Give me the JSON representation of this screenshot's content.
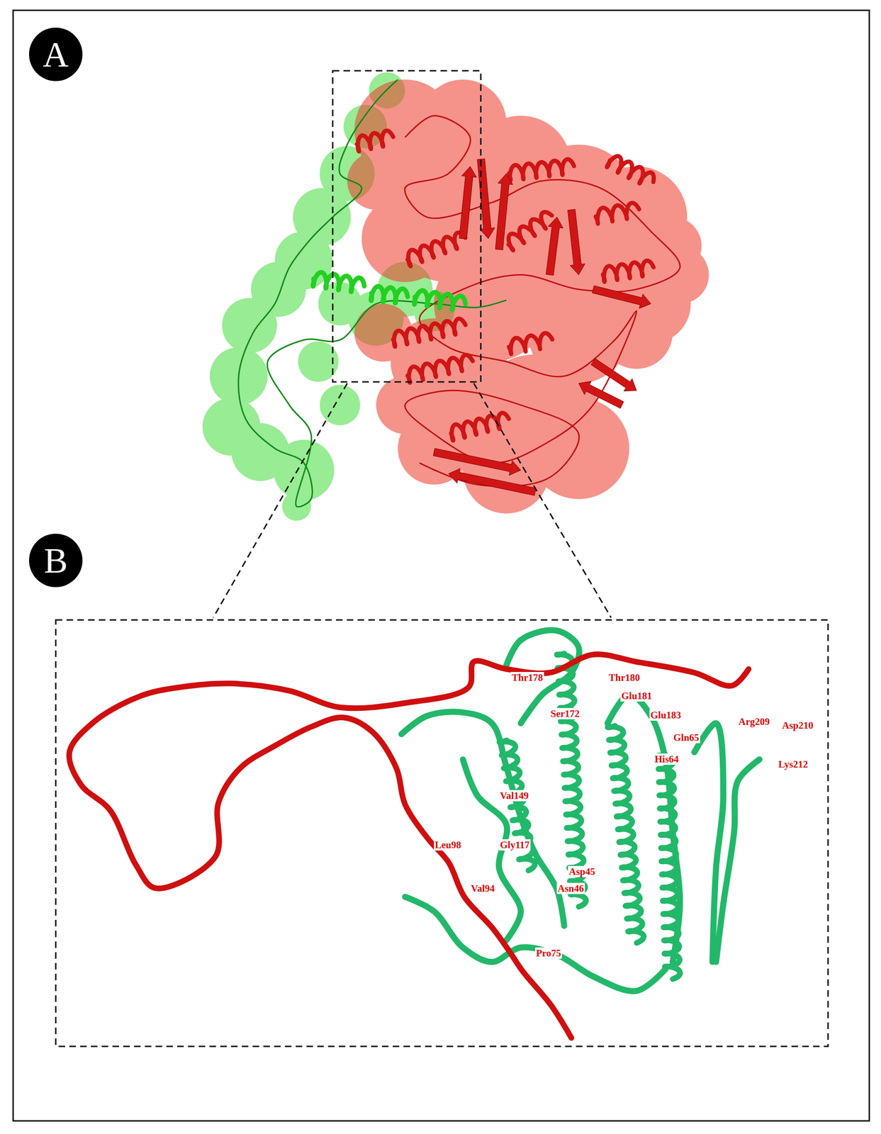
{
  "diagram": {
    "labels": [
      "A",
      "B",
      "Thr178",
      "Thr180",
      "Glu181",
      "Glu183",
      "Arg209",
      "Asp210",
      "Gln65",
      "His64",
      "Lys212",
      "Ser172",
      "Val149",
      "Leu98",
      "Gly117",
      "Asp45",
      "Asn46",
      "Val94",
      "Pro75"
    ]
  }
}
